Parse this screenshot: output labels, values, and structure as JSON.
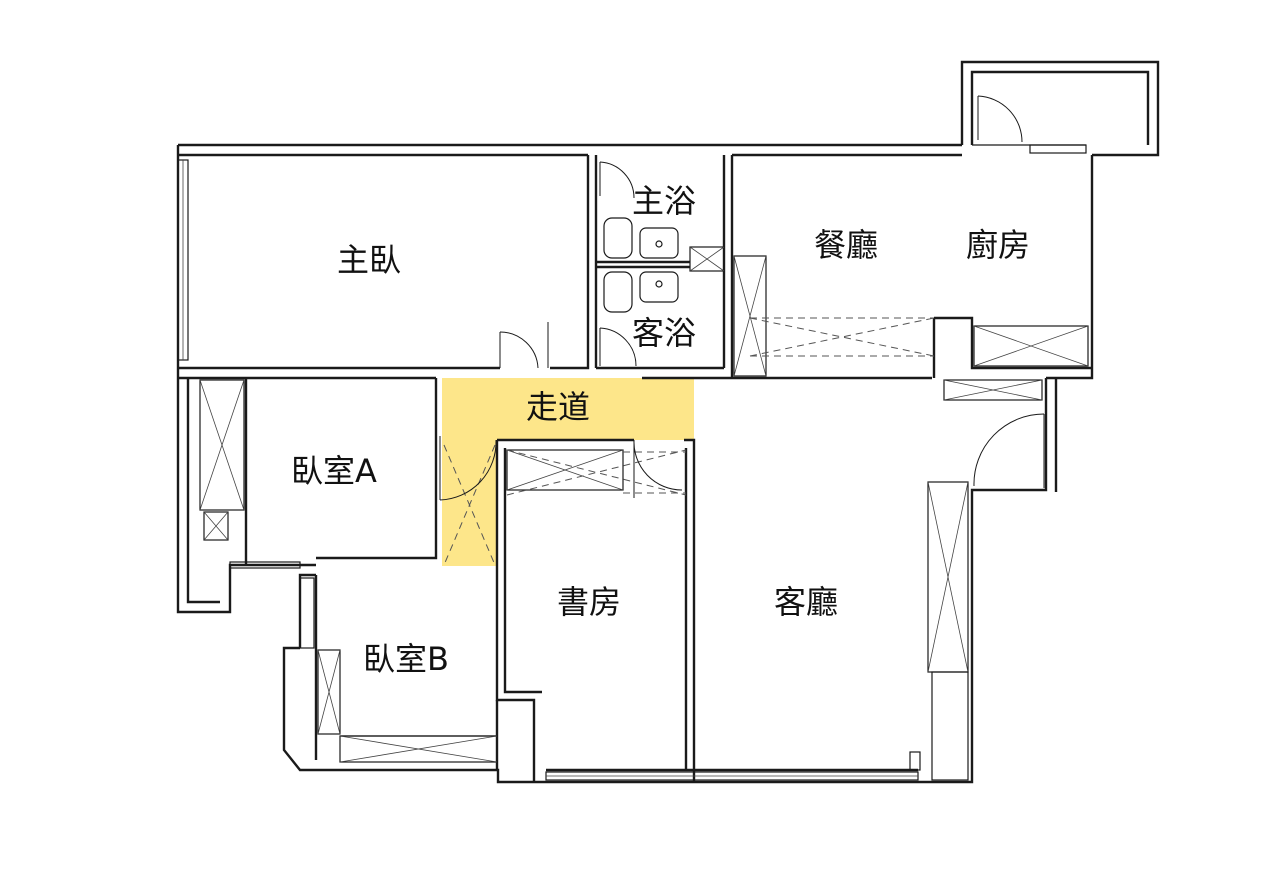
{
  "rooms": {
    "master_bedroom": "主臥",
    "master_bath": "主浴",
    "guest_bath": "客浴",
    "dining": "餐廳",
    "kitchen": "廚房",
    "hallway": "走道",
    "bedroom_a": "臥室A",
    "bedroom_b": "臥室B",
    "study": "書房",
    "living": "客廳"
  },
  "colors": {
    "hallway_highlight": "#fde68a",
    "wall": "#1a1a1a",
    "background": "#ffffff"
  }
}
